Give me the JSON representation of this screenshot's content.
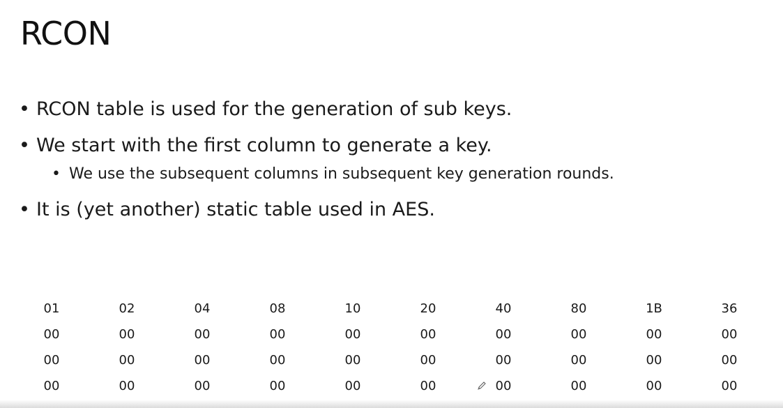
{
  "slide": {
    "title": "RCON",
    "bullets": [
      {
        "level": 1,
        "text": "RCON table is used for the generation of sub keys."
      },
      {
        "level": 1,
        "text": "We start with the first column to generate a key."
      },
      {
        "level": 2,
        "text": "We use the subsequent columns in subsequent key generation rounds."
      },
      {
        "level": 1,
        "text": "It is (yet another) static table used in AES."
      }
    ],
    "rcon_table": [
      [
        "01",
        "02",
        "04",
        "08",
        "10",
        "20",
        "40",
        "80",
        "1B",
        "36"
      ],
      [
        "00",
        "00",
        "00",
        "00",
        "00",
        "00",
        "00",
        "00",
        "00",
        "00"
      ],
      [
        "00",
        "00",
        "00",
        "00",
        "00",
        "00",
        "00",
        "00",
        "00",
        "00"
      ],
      [
        "00",
        "00",
        "00",
        "00",
        "00",
        "00",
        "00",
        "00",
        "00",
        "00"
      ]
    ],
    "annotation_icon": "pencil-icon"
  }
}
